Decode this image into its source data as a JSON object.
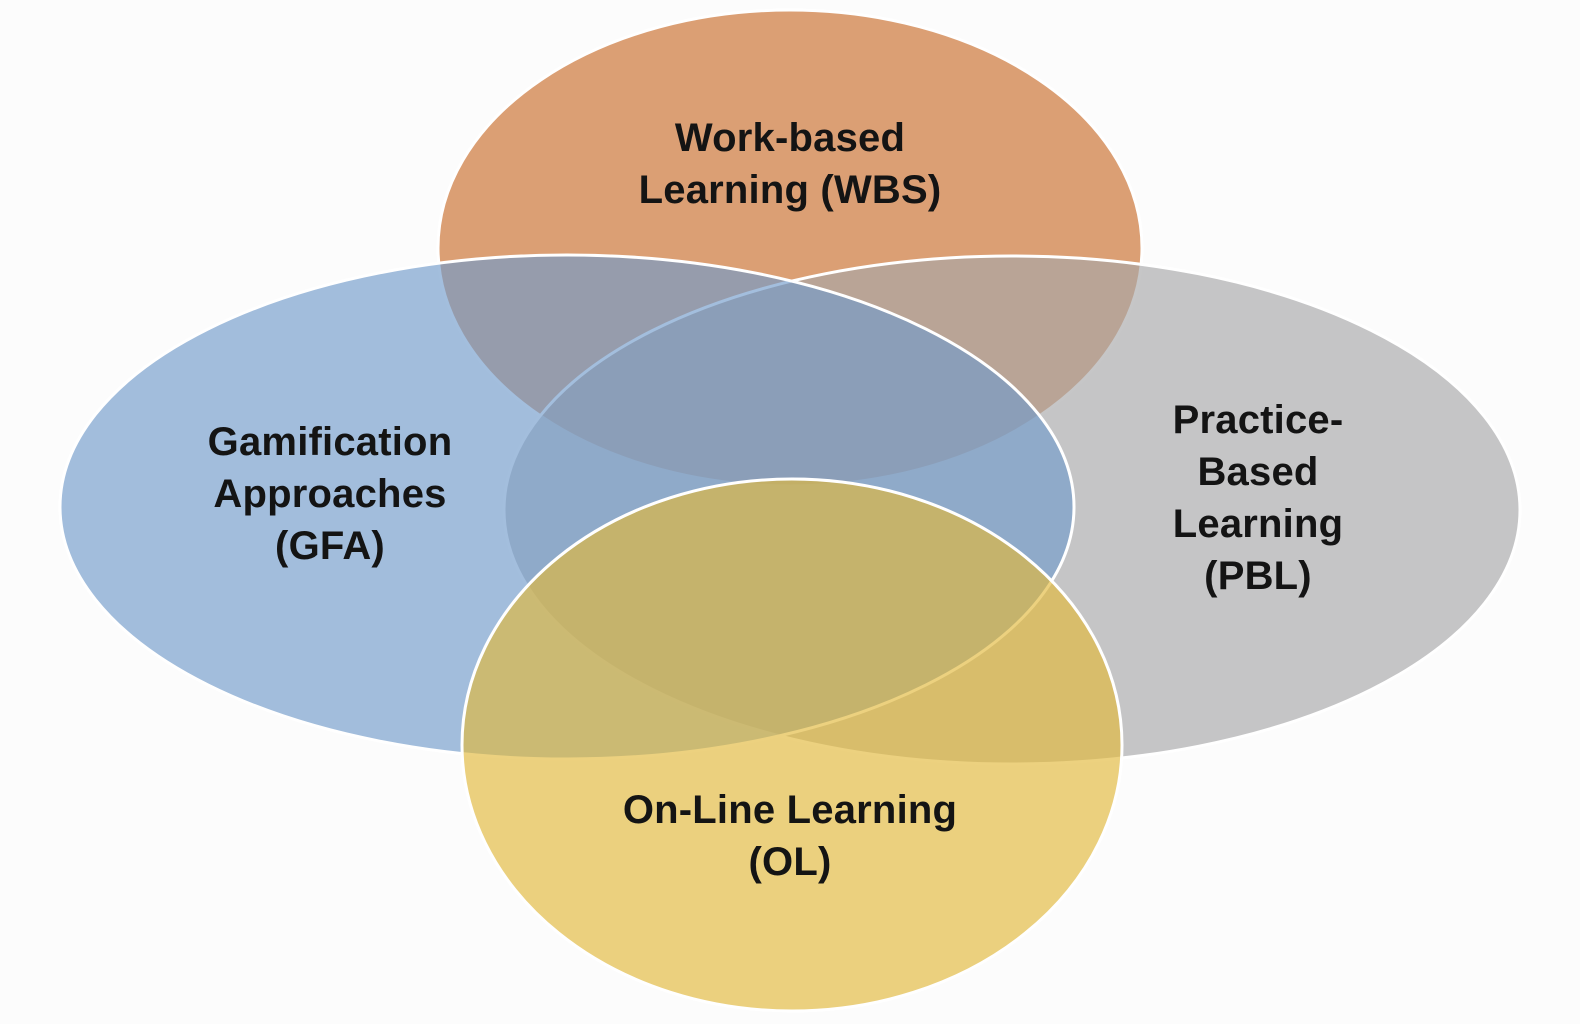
{
  "diagram": {
    "type": "venn-diagram",
    "background_color": "#fcfcfc",
    "outline_color": "#ffffff",
    "sets": [
      {
        "id": "WBS",
        "position": "top",
        "color": "#C96D2B",
        "label": "Work-based Learning (WBS)",
        "label_lines": [
          "Work-based",
          "Learning (WBS)"
        ]
      },
      {
        "id": "GFA",
        "position": "left",
        "color": "#719BCB",
        "label": "Gamification Approaches (GFA)",
        "label_lines": [
          "Gamification",
          "Approaches",
          "(GFA)"
        ]
      },
      {
        "id": "PBL",
        "position": "right",
        "color": "#A7A7A9",
        "label": "Practice-Based Learning (PBL)",
        "label_lines": [
          "Practice-",
          "Based",
          "Learning",
          "(PBL)"
        ]
      },
      {
        "id": "OL",
        "position": "bottom",
        "color": "#E2B83A",
        "label": "On-Line Learning (OL)",
        "label_lines": [
          "On-Line Learning",
          "(OL)"
        ]
      }
    ]
  }
}
